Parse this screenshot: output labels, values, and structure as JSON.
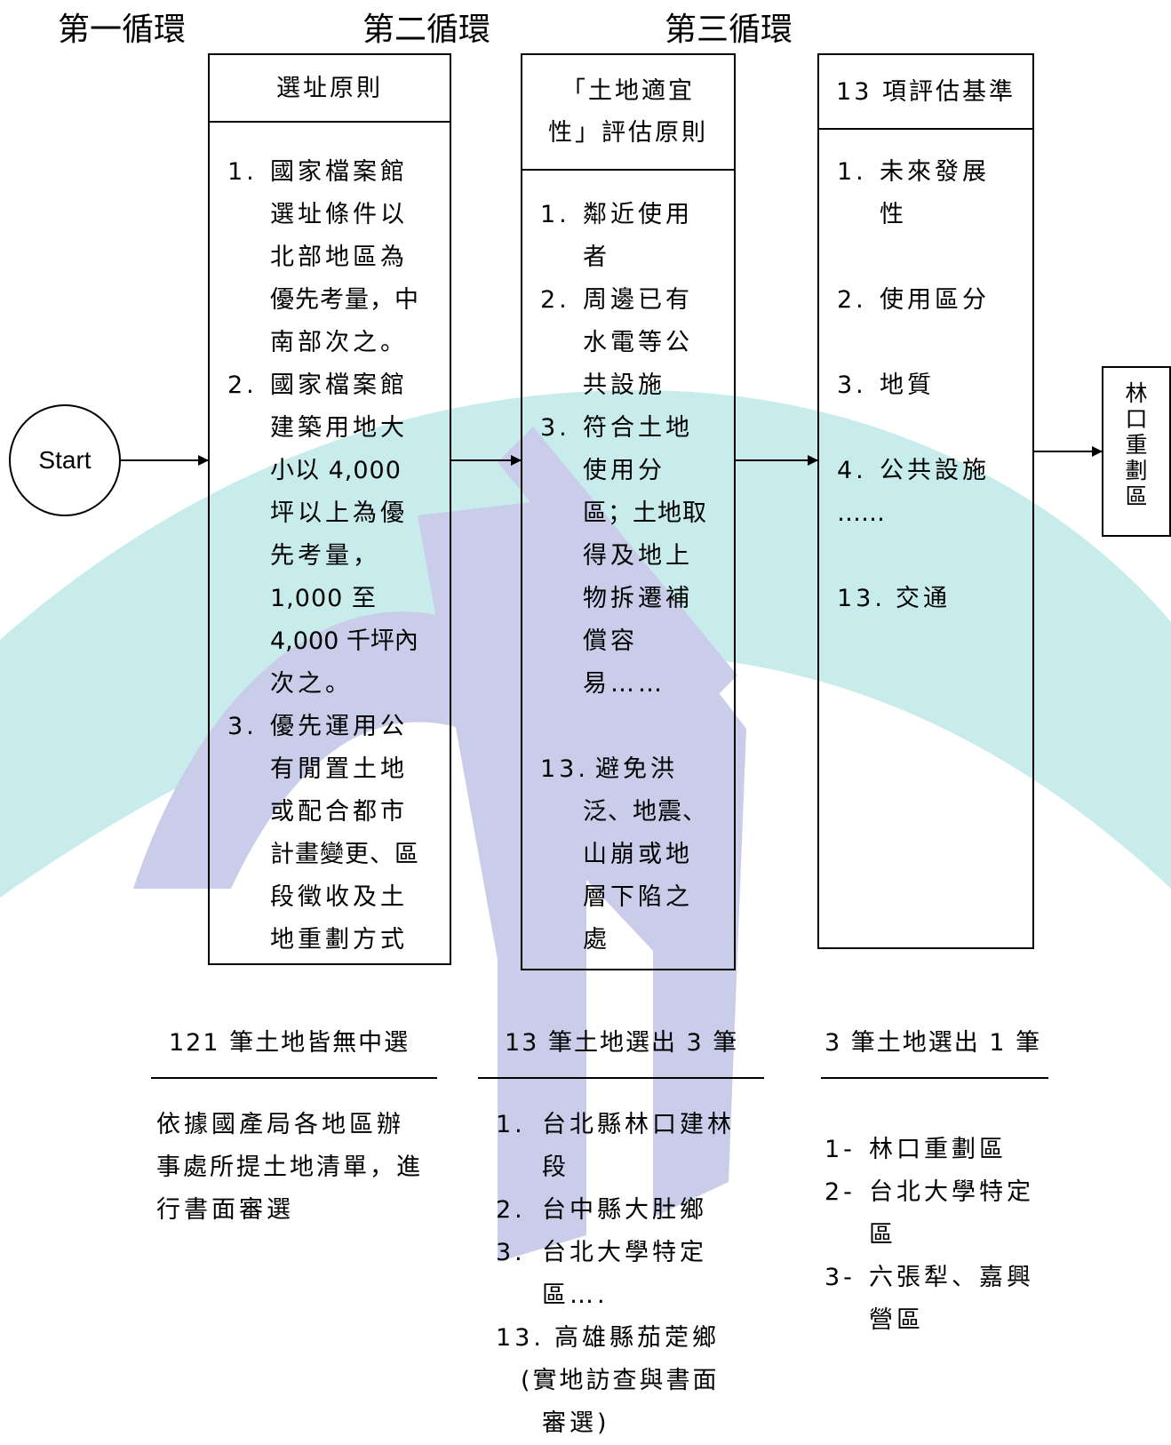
{
  "rounds": [
    "第一循環",
    "第二循環",
    "第三循環"
  ],
  "start_label": "Start",
  "boxes": [
    {
      "header": [
        "選址原則"
      ],
      "items": [
        {
          "num": "1.",
          "text": [
            "國家檔案館",
            "選址條件以",
            "北部地區為",
            "優先考量，中",
            "南部次之。"
          ]
        },
        {
          "num": "2.",
          "text": [
            "國家檔案館",
            "建築用地大",
            "小以 4,000",
            "坪以上為優",
            "先考量，",
            "1,000 至",
            "4,000 千坪內",
            "次之。"
          ]
        },
        {
          "num": "3.",
          "text": [
            "優先運用公",
            "有閒置土地",
            "或配合都市",
            "計畫變更、區",
            "段徵收及土",
            "地重劃方式"
          ]
        }
      ]
    },
    {
      "header": [
        "「土地適宜",
        "性」評估原則"
      ],
      "items": [
        {
          "num": "1.",
          "text": [
            "鄰近使用",
            "者"
          ]
        },
        {
          "num": "2.",
          "text": [
            "周邊已有",
            "水電等公",
            "共設施"
          ]
        },
        {
          "num": "3.",
          "text": [
            "符合土地",
            "使用分",
            "區；土地取",
            "得及地上",
            "物拆遷補",
            "償容",
            "易……"
          ]
        },
        {
          "num": "13.",
          "text": [
            "避免洪",
            "泛、地震、",
            "山崩或地",
            "層下陷之",
            "處"
          ]
        }
      ]
    },
    {
      "header": [
        "13 項評估基準"
      ],
      "items": [
        {
          "num": "1.",
          "text": [
            "未來發展",
            "性"
          ]
        },
        {
          "num": "2.",
          "text": [
            "使用區分"
          ]
        },
        {
          "num": "3.",
          "text": [
            "地質"
          ]
        },
        {
          "num": "4.",
          "text": [
            "公共設施"
          ]
        },
        {
          "num": "",
          "text": [
            "……"
          ]
        },
        {
          "num": "13.",
          "text": [
            "交通"
          ]
        }
      ]
    }
  ],
  "result_box": "林口重劃區",
  "results": [
    {
      "title": "121 筆土地皆無中選",
      "lines": [
        "依據國產局各地區辦",
        "事處所提土地清單，進",
        "行書面審選"
      ]
    },
    {
      "title": "13 筆土地選出 3 筆",
      "items": [
        {
          "num": "1.",
          "text": [
            "台北縣林口建林",
            "段"
          ]
        },
        {
          "num": "2.",
          "text": [
            "台中縣大肚鄉"
          ]
        },
        {
          "num": "3.",
          "text": [
            "台北大學特定",
            "區…."
          ]
        },
        {
          "num": "13.",
          "text": [
            "高雄縣茄萣鄉"
          ]
        }
      ],
      "note": [
        "(實地訪查與書面",
        "審選)"
      ]
    },
    {
      "title": "3 筆土地選出 1 筆",
      "items": [
        {
          "num": "1-",
          "text": [
            "林口重劃區"
          ]
        },
        {
          "num": "2-",
          "text": [
            "台北大學特定",
            "區"
          ]
        },
        {
          "num": "3-",
          "text": [
            "六張犁、嘉興",
            "營區"
          ]
        }
      ]
    }
  ],
  "colors": {
    "watermark_teal": "#c8ecec",
    "watermark_blue": "#c9cdea",
    "line": "#000000"
  }
}
